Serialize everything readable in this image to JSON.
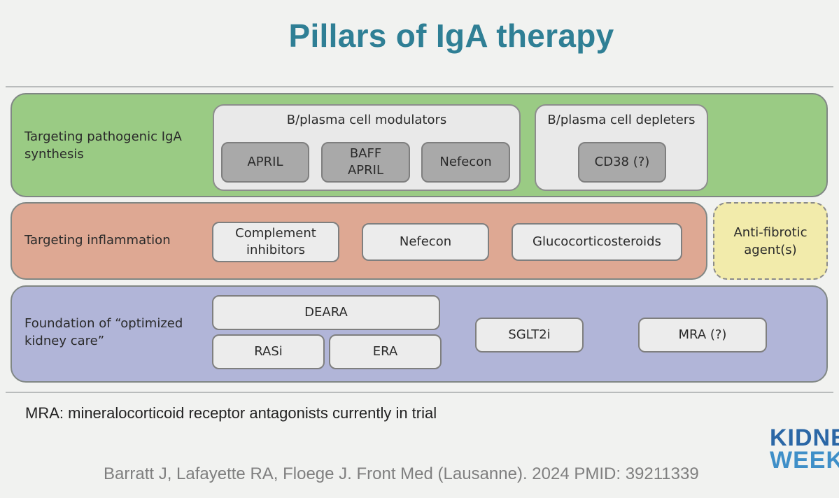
{
  "title": "Pillars of IgA therapy",
  "rows": {
    "synthesis": {
      "label": "Targeting pathogenic IgA synthesis",
      "modulators": {
        "title": "B/plasma cell modulators",
        "items": [
          "APRIL",
          "BAFF APRIL",
          "Nefecon"
        ]
      },
      "depleters": {
        "title": "B/plasma cell depleters",
        "items": [
          "CD38 (?)"
        ]
      }
    },
    "inflammation": {
      "label": "Targeting inflammation",
      "items": [
        "Complement inhibitors",
        "Nefecon",
        "Glucocorticosteroids"
      ]
    },
    "antifibrotic": "Anti-fibrotic agent(s)",
    "foundation": {
      "label": "Foundation of “optimized kidney care”",
      "deara": "DEARA",
      "rasi": "RASi",
      "era": "ERA",
      "sglt2i": "SGLT2i",
      "mra": "MRA (?)"
    }
  },
  "footnote": "MRA: mineralocorticoid receptor antagonists currently in trial",
  "citation": "Barratt J, Lafayette RA, Floege J. Front Med (Lausanne). 2024 PMID: 39211339",
  "logo": {
    "line1": "KIDNE",
    "line2": "WEEK"
  },
  "colors": {
    "title": "#2f7f95",
    "synthesis_band": "#9acb84",
    "inflammation_band": "#dea893",
    "foundation_band": "#b1b5d8",
    "antifibrotic_box": "#f2ebab",
    "dark_pill": "#a9a9a9",
    "light_pill": "#ececec"
  }
}
